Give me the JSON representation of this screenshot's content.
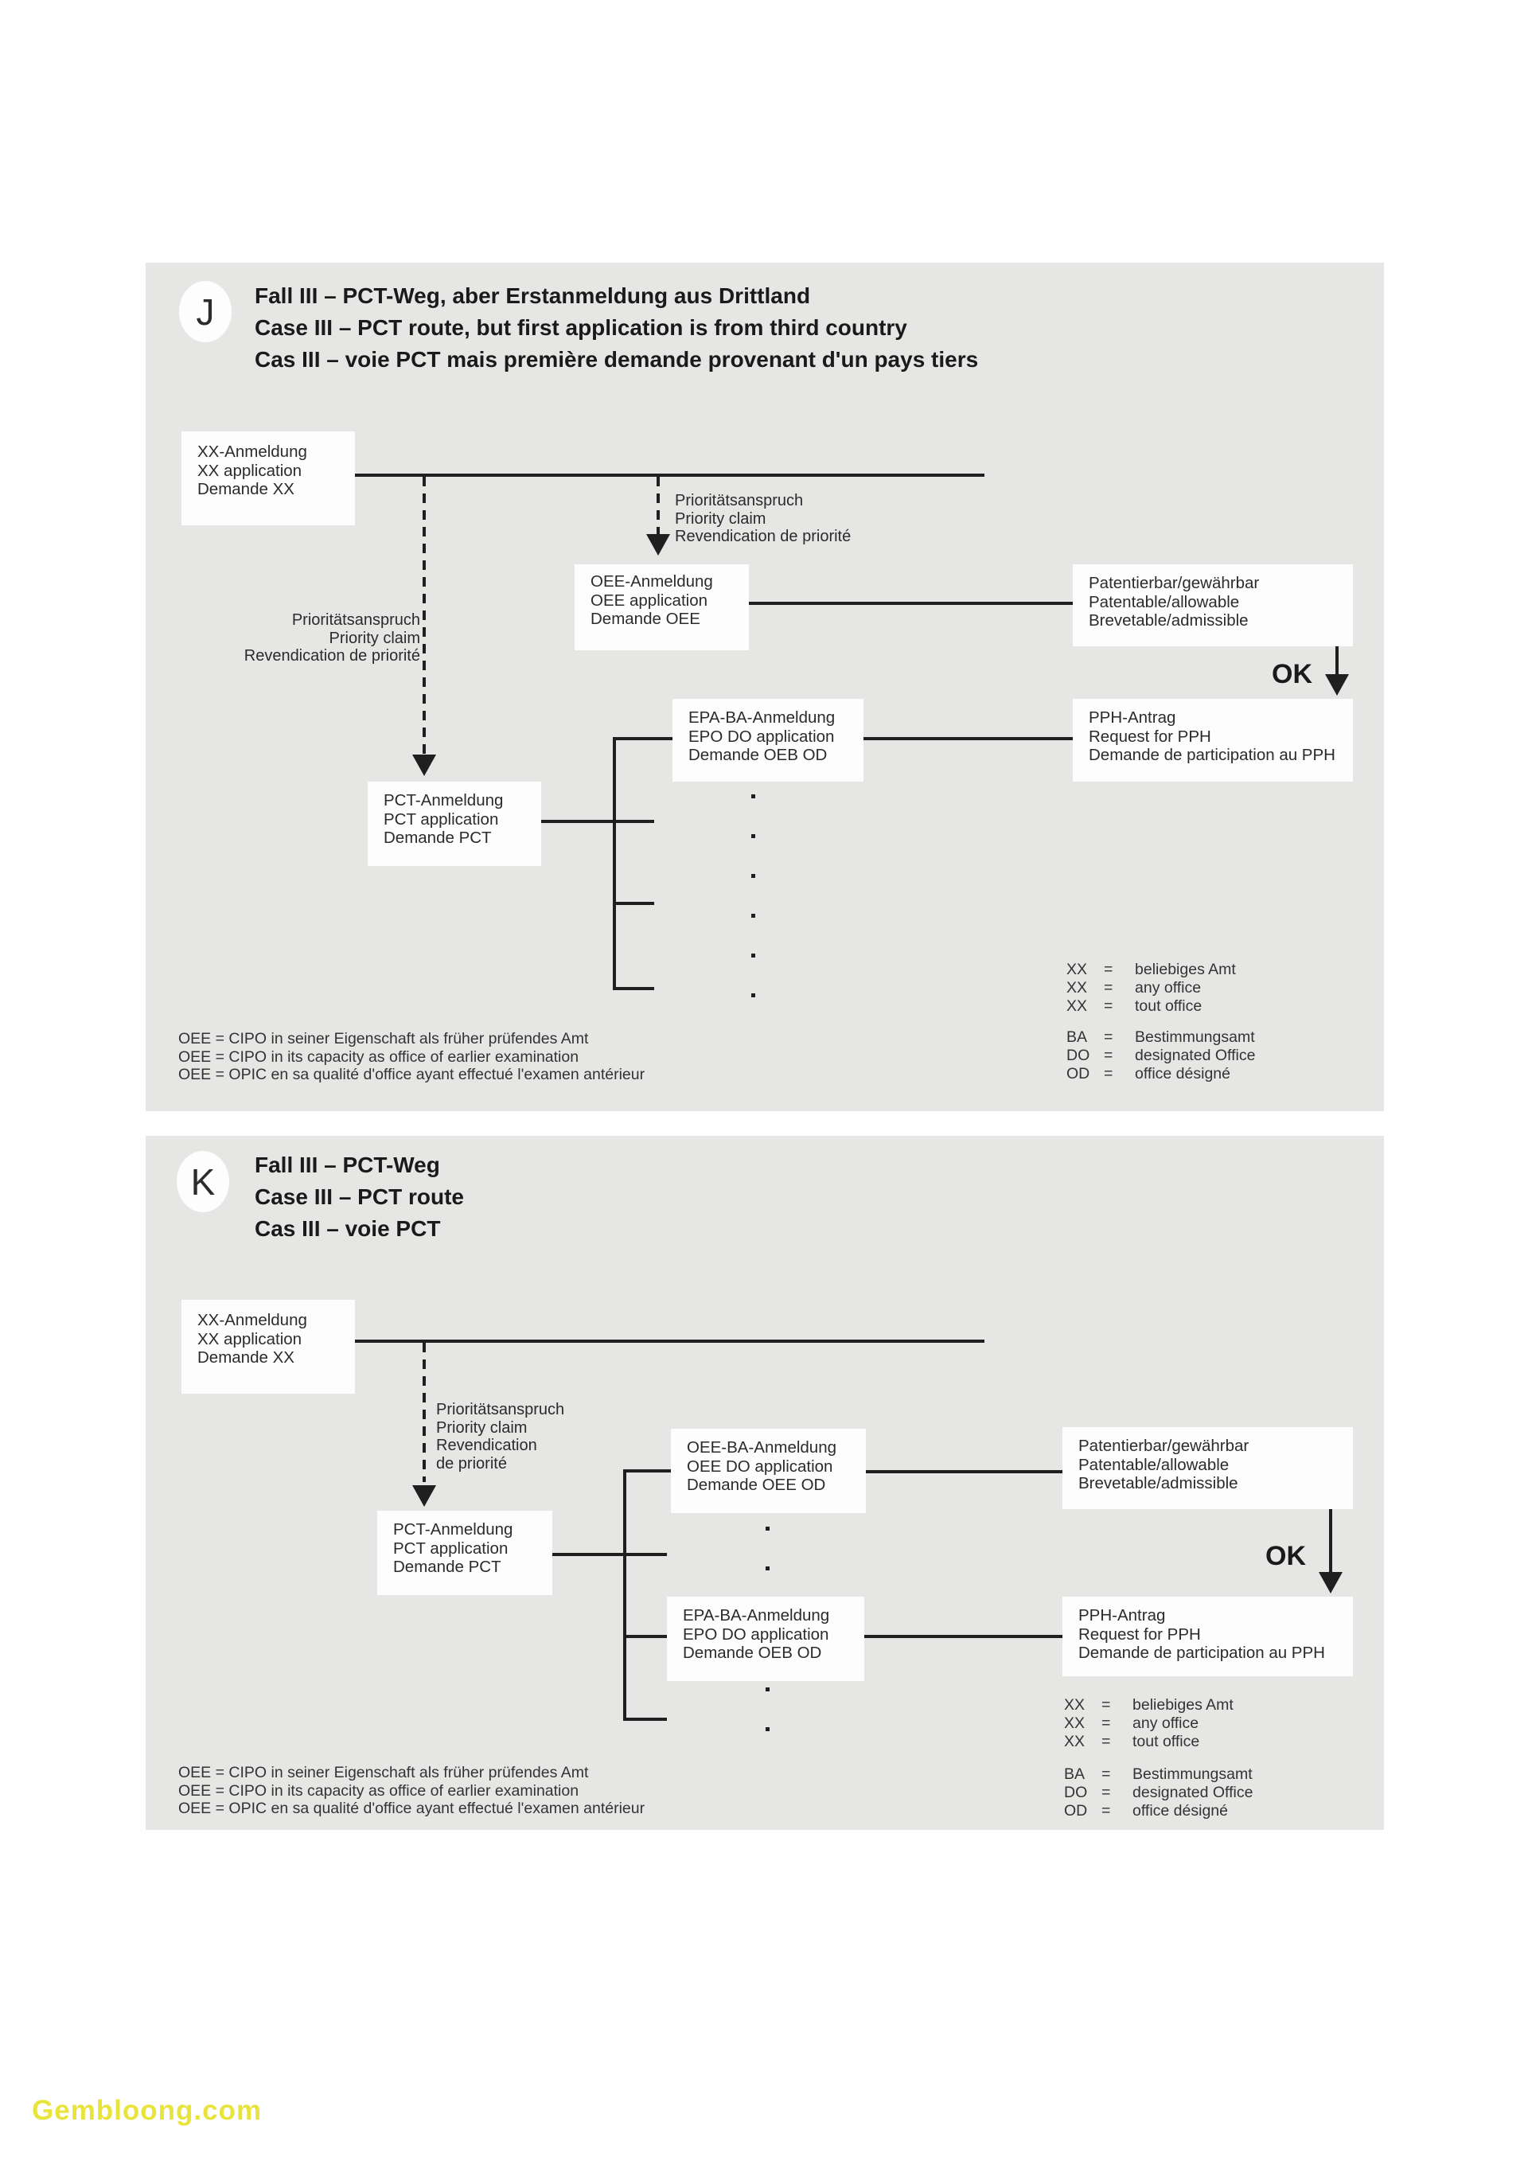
{
  "page": {
    "watermark": {
      "text": "Gembloong.com",
      "color": "#e9e43b"
    },
    "panel_color": "#e6e6e5",
    "line_color": "#1f1f1f"
  },
  "panels": [
    {
      "badge": "J",
      "title": [
        "Fall III – PCT-Weg, aber Erstanmeldung aus Drittland",
        "Case III – PCT route, but first application is from third country",
        "Cas III – voie PCT mais première demande provenant d'un pays tiers"
      ],
      "boxes": {
        "xx": [
          "XX-Anmeldung",
          "XX application",
          "Demande XX"
        ],
        "oee": [
          "OEE-Anmeldung",
          "OEE application",
          "Demande OEE"
        ],
        "pct": [
          "PCT-Anmeldung",
          "PCT application",
          "Demande PCT"
        ],
        "epa": [
          "EPA-BA-Anmeldung",
          "EPO DO application",
          "Demande OEB OD"
        ],
        "patentable": [
          "Patentierbar/gewährbar",
          "Patentable/allowable",
          "Brevetable/admissible"
        ],
        "pph": [
          "PPH-Antrag",
          "Request for PPH",
          "Demande de participation au PPH"
        ]
      },
      "priority_upper": [
        "Prioritätsanspruch",
        "Priority claim",
        "Revendication de priorité"
      ],
      "priority_lower": [
        "Prioritätsanspruch",
        "Priority claim",
        "Revendication de priorité"
      ],
      "ok": "OK",
      "legend_oee": [
        "OEE = CIPO in seiner Eigenschaft als früher prüfendes Amt",
        "OEE = CIPO in its capacity as office of earlier examination",
        "OEE = OPIC en sa qualité d'office ayant effectué l'examen antérieur"
      ],
      "legend_xx": {
        "eq": "=",
        "rows": [
          {
            "abbr": "XX",
            "label": "beliebiges Amt"
          },
          {
            "abbr": "XX",
            "label": "any office"
          },
          {
            "abbr": "XX",
            "label": "tout office"
          }
        ]
      },
      "legend_ba": {
        "eq": "=",
        "rows": [
          {
            "abbr": "BA",
            "label": "Bestimmungsamt"
          },
          {
            "abbr": "DO",
            "label": "designated Office"
          },
          {
            "abbr": "OD",
            "label": "office désigné"
          }
        ]
      }
    },
    {
      "badge": "K",
      "title": [
        "Fall III – PCT-Weg",
        "Case III – PCT route",
        "Cas III – voie PCT"
      ],
      "boxes": {
        "xx": [
          "XX-Anmeldung",
          "XX application",
          "Demande XX"
        ],
        "pct": [
          "PCT-Anmeldung",
          "PCT application",
          "Demande PCT"
        ],
        "oeeba": [
          "OEE-BA-Anmeldung",
          "OEE DO application",
          "Demande OEE OD"
        ],
        "epa": [
          "EPA-BA-Anmeldung",
          "EPO DO application",
          "Demande OEB OD"
        ],
        "patentable": [
          "Patentierbar/gewährbar",
          "Patentable/allowable",
          "Brevetable/admissible"
        ],
        "pph": [
          "PPH-Antrag",
          "Request for PPH",
          "Demande de participation au PPH"
        ]
      },
      "priority": [
        "Prioritätsanspruch",
        "Priority claim",
        "Revendication",
        "de priorité"
      ],
      "ok": "OK",
      "legend_oee": [
        "OEE = CIPO in seiner Eigenschaft als früher prüfendes Amt",
        "OEE = CIPO in its capacity as office of earlier examination",
        "OEE = OPIC en sa qualité d'office ayant effectué l'examen antérieur"
      ],
      "legend_xx": {
        "eq": "=",
        "rows": [
          {
            "abbr": "XX",
            "label": "beliebiges Amt"
          },
          {
            "abbr": "XX",
            "label": "any office"
          },
          {
            "abbr": "XX",
            "label": "tout office"
          }
        ]
      },
      "legend_ba": {
        "eq": "=",
        "rows": [
          {
            "abbr": "BA",
            "label": "Bestimmungsamt"
          },
          {
            "abbr": "DO",
            "label": "designated Office"
          },
          {
            "abbr": "OD",
            "label": "office désigné"
          }
        ]
      }
    }
  ]
}
